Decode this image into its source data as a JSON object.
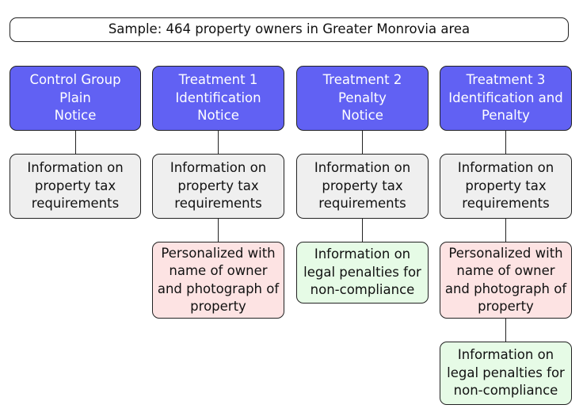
{
  "header": {
    "text": "Sample: 464 property owners in Greater Monrovia area"
  },
  "columns": [
    {
      "head": [
        "Control Group",
        "Plain",
        "Notice"
      ],
      "info": [
        "Information on",
        "property tax",
        "requirements"
      ]
    },
    {
      "head": [
        "Treatment 1",
        "Identification",
        "Notice"
      ],
      "info": [
        "Information on",
        "property tax",
        "requirements"
      ],
      "personalized": [
        "Personalized with",
        "name of owner",
        "and photograph of",
        "property"
      ]
    },
    {
      "head": [
        "Treatment 2",
        "Penalty",
        "Notice"
      ],
      "info": [
        "Information on",
        "property tax",
        "requirements"
      ],
      "penalty": [
        "Information on",
        "legal penalties for",
        "non-compliance"
      ]
    },
    {
      "head": [
        "Treatment 3",
        "Identification and",
        "Penalty"
      ],
      "info": [
        "Information on",
        "property tax",
        "requirements"
      ],
      "personalized": [
        "Personalized with",
        "name of owner",
        "and photograph of",
        "property"
      ],
      "penalty": [
        "Information on",
        "legal penalties for",
        "non-compliance"
      ]
    }
  ],
  "colors": {
    "heading_fill": "#6161f3",
    "info_fill": "#efefef",
    "personalized_fill": "#fde3e3",
    "penalty_fill": "#e6fbe6"
  }
}
